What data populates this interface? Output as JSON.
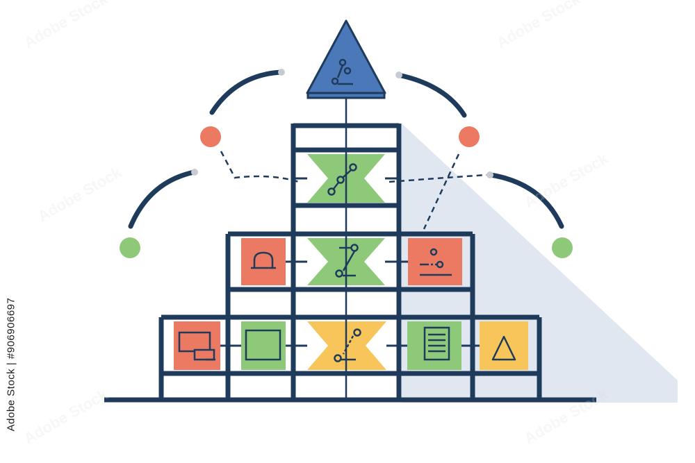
{
  "watermark": {
    "side_label": "Adobe Stock | #906906697",
    "pattern_text": "Adobe Stock"
  },
  "colors": {
    "navy": "#1f3b5c",
    "blue": "#4a78b8",
    "green": "#8ec97a",
    "coral": "#ec7a62",
    "yellow": "#f7c55a",
    "shadow": "#e1e7f0"
  },
  "illustration": {
    "top_icon": "triangle-node-icon",
    "tiers": [
      {
        "name": "tier-1",
        "icons": [
          "hourglass-node-icon"
        ]
      },
      {
        "name": "tier-2",
        "icons": [
          "bell-icon",
          "hourglass-node-icon",
          "node-list-icon"
        ]
      },
      {
        "name": "tier-3",
        "icons": [
          "devices-icon",
          "square-icon",
          "hourglass-node-icon",
          "document-icon",
          "triangle-outline-icon"
        ]
      }
    ],
    "satellites": [
      "coral",
      "coral",
      "green",
      "green"
    ]
  }
}
